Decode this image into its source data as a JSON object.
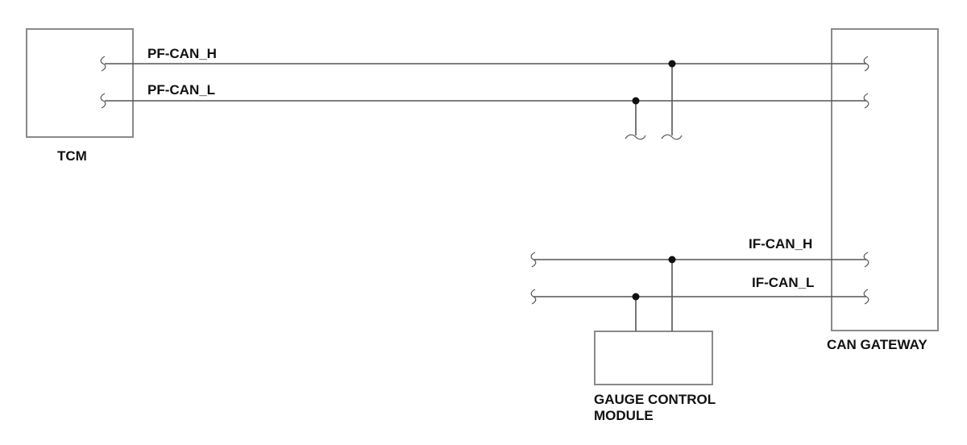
{
  "modules": {
    "tcm": "TCM",
    "can_gateway": "CAN GATEWAY",
    "gauge_control_line1": "GAUGE CONTROL",
    "gauge_control_line2": "MODULE"
  },
  "signals": {
    "pf_can_h": "PF-CAN_H",
    "pf_can_l": "PF-CAN_L",
    "if_can_h": "IF-CAN_H",
    "if_can_l": "IF-CAN_L"
  }
}
